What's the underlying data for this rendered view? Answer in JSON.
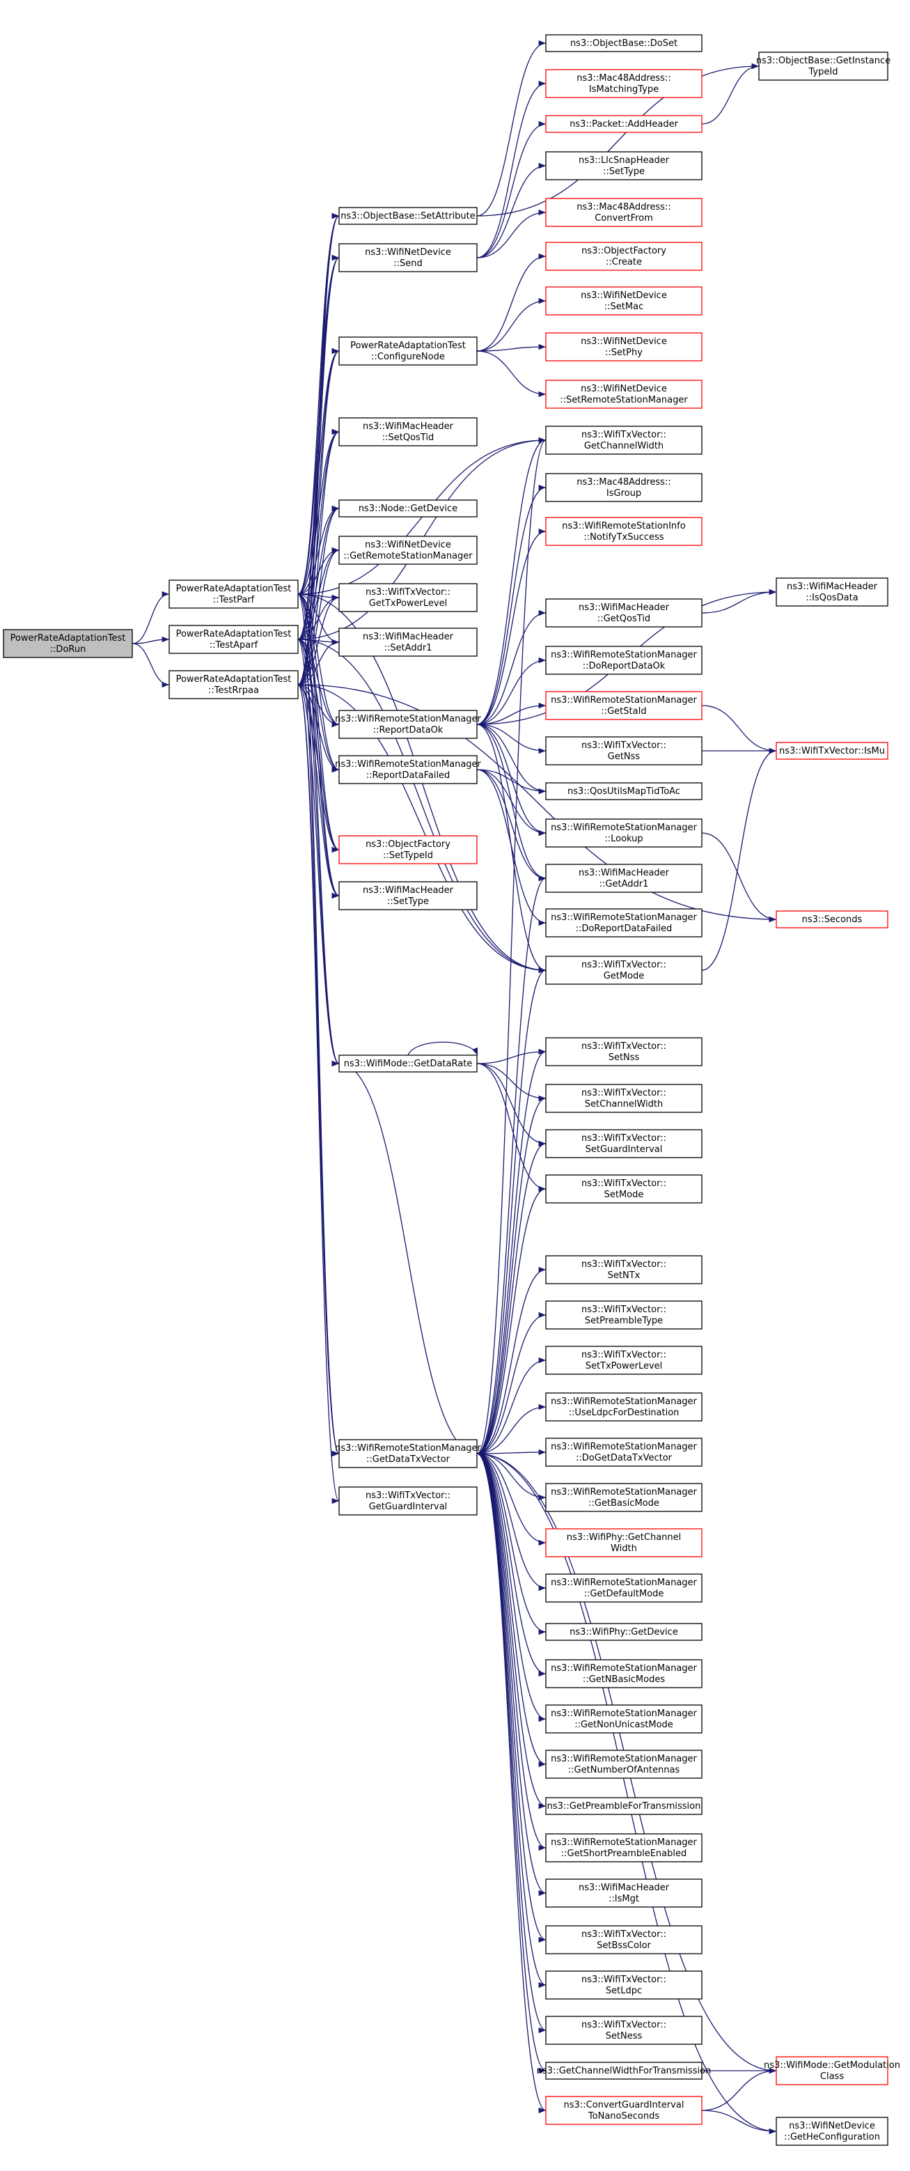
{
  "colors": {
    "edge": "#191970",
    "node_border_normal": "#000000",
    "node_border_truncated": "#ff0000",
    "root_fill": "#bfbfbf",
    "node_fill": "#ffffff"
  },
  "nodes": [
    {
      "id": "dorun",
      "lines": [
        "PowerRateAdaptationTest",
        "::DoRun"
      ],
      "style": "root"
    },
    {
      "id": "testparf",
      "lines": [
        "PowerRateAdaptationTest",
        "::TestParf"
      ],
      "style": "normal"
    },
    {
      "id": "testaparf",
      "lines": [
        "PowerRateAdaptationTest",
        "::TestAparf"
      ],
      "style": "normal"
    },
    {
      "id": "testrrpaa",
      "lines": [
        "PowerRateAdaptationTest",
        "::TestRrpaa"
      ],
      "style": "normal"
    },
    {
      "id": "setattribute",
      "lines": [
        "ns3::ObjectBase::SetAttribute"
      ],
      "style": "normal"
    },
    {
      "id": "send",
      "lines": [
        "ns3::WifiNetDevice",
        "::Send"
      ],
      "style": "normal"
    },
    {
      "id": "configurenode",
      "lines": [
        "PowerRateAdaptationTest",
        "::ConfigureNode"
      ],
      "style": "normal"
    },
    {
      "id": "setqostid",
      "lines": [
        "ns3::WifiMacHeader",
        "::SetQosTid"
      ],
      "style": "normal"
    },
    {
      "id": "getdevice_node",
      "lines": [
        "ns3::Node::GetDevice"
      ],
      "style": "normal"
    },
    {
      "id": "getrsm",
      "lines": [
        "ns3::WifiNetDevice",
        "::GetRemoteStationManager"
      ],
      "style": "normal"
    },
    {
      "id": "gettxpowerlevel",
      "lines": [
        "ns3::WifiTxVector::",
        "GetTxPowerLevel"
      ],
      "style": "normal"
    },
    {
      "id": "setaddr1",
      "lines": [
        "ns3::WifiMacHeader",
        "::SetAddr1"
      ],
      "style": "normal"
    },
    {
      "id": "reportdataok",
      "lines": [
        "ns3::WifiRemoteStationManager",
        "::ReportDataOk"
      ],
      "style": "normal"
    },
    {
      "id": "reportdatafailed",
      "lines": [
        "ns3::WifiRemoteStationManager",
        "::ReportDataFailed"
      ],
      "style": "normal"
    },
    {
      "id": "settypeid",
      "lines": [
        "ns3::ObjectFactory",
        "::SetTypeId"
      ],
      "style": "truncated"
    },
    {
      "id": "settype",
      "lines": [
        "ns3::WifiMacHeader",
        "::SetType"
      ],
      "style": "normal"
    },
    {
      "id": "getdatarate",
      "lines": [
        "ns3::WifiMode::GetDataRate"
      ],
      "style": "normal"
    },
    {
      "id": "getdatatxvector",
      "lines": [
        "ns3::WifiRemoteStationManager",
        "::GetDataTxVector"
      ],
      "style": "normal"
    },
    {
      "id": "getguardinterval",
      "lines": [
        "ns3::WifiTxVector::",
        "GetGuardInterval"
      ],
      "style": "normal"
    },
    {
      "id": "doset",
      "lines": [
        "ns3::ObjectBase::DoSet"
      ],
      "style": "normal"
    },
    {
      "id": "ismatchingtype",
      "lines": [
        "ns3::Mac48Address::",
        "IsMatchingType"
      ],
      "style": "truncated"
    },
    {
      "id": "addheader",
      "lines": [
        "ns3::Packet::AddHeader"
      ],
      "style": "truncated"
    },
    {
      "id": "llcsettype",
      "lines": [
        "ns3::LlcSnapHeader",
        "::SetType"
      ],
      "style": "normal"
    },
    {
      "id": "convertfrom",
      "lines": [
        "ns3::Mac48Address::",
        "ConvertFrom"
      ],
      "style": "truncated"
    },
    {
      "id": "ofcreate",
      "lines": [
        "ns3::ObjectFactory",
        "::Create"
      ],
      "style": "truncated"
    },
    {
      "id": "setmac",
      "lines": [
        "ns3::WifiNetDevice",
        "::SetMac"
      ],
      "style": "truncated"
    },
    {
      "id": "setphy",
      "lines": [
        "ns3::WifiNetDevice",
        "::SetPhy"
      ],
      "style": "truncated"
    },
    {
      "id": "setrsm",
      "lines": [
        "ns3::WifiNetDevice",
        "::SetRemoteStationManager"
      ],
      "style": "truncated"
    },
    {
      "id": "getchannelwidth",
      "lines": [
        "ns3::WifiTxVector::",
        "GetChannelWidth"
      ],
      "style": "normal"
    },
    {
      "id": "isgroup",
      "lines": [
        "ns3::Mac48Address::",
        "IsGroup"
      ],
      "style": "normal"
    },
    {
      "id": "notifytxsuccess",
      "lines": [
        "ns3::WifiRemoteStationInfo",
        "::NotifyTxSuccess"
      ],
      "style": "truncated"
    },
    {
      "id": "getqostid",
      "lines": [
        "ns3::WifiMacHeader",
        "::GetQosTid"
      ],
      "style": "normal"
    },
    {
      "id": "doreportdataok",
      "lines": [
        "ns3::WifiRemoteStationManager",
        "::DoReportDataOk"
      ],
      "style": "normal"
    },
    {
      "id": "getstaid",
      "lines": [
        "ns3::WifiRemoteStationManager",
        "::GetStaId"
      ],
      "style": "truncated"
    },
    {
      "id": "getnss",
      "lines": [
        "ns3::WifiTxVector::",
        "GetNss"
      ],
      "style": "normal"
    },
    {
      "id": "qosutils",
      "lines": [
        "ns3::QosUtilsMapTidToAc"
      ],
      "style": "normal"
    },
    {
      "id": "lookup",
      "lines": [
        "ns3::WifiRemoteStationManager",
        "::Lookup"
      ],
      "style": "normal"
    },
    {
      "id": "getaddr1",
      "lines": [
        "ns3::WifiMacHeader",
        "::GetAddr1"
      ],
      "style": "normal"
    },
    {
      "id": "doreportdatafailed",
      "lines": [
        "ns3::WifiRemoteStationManager",
        "::DoReportDataFailed"
      ],
      "style": "normal"
    },
    {
      "id": "getmode",
      "lines": [
        "ns3::WifiTxVector::",
        "GetMode"
      ],
      "style": "normal"
    },
    {
      "id": "setnss",
      "lines": [
        "ns3::WifiTxVector::",
        "SetNss"
      ],
      "style": "normal"
    },
    {
      "id": "setchannelwidth",
      "lines": [
        "ns3::WifiTxVector::",
        "SetChannelWidth"
      ],
      "style": "normal"
    },
    {
      "id": "setguardinterval",
      "lines": [
        "ns3::WifiTxVector::",
        "SetGuardInterval"
      ],
      "style": "normal"
    },
    {
      "id": "setmode",
      "lines": [
        "ns3::WifiTxVector::",
        "SetMode"
      ],
      "style": "normal"
    },
    {
      "id": "setntx",
      "lines": [
        "ns3::WifiTxVector::",
        "SetNTx"
      ],
      "style": "normal"
    },
    {
      "id": "setpreambletype",
      "lines": [
        "ns3::WifiTxVector::",
        "SetPreambleType"
      ],
      "style": "normal"
    },
    {
      "id": "settxpowerlevel",
      "lines": [
        "ns3::WifiTxVector::",
        "SetTxPowerLevel"
      ],
      "style": "normal"
    },
    {
      "id": "useldpc",
      "lines": [
        "ns3::WifiRemoteStationManager",
        "::UseLdpcForDestination"
      ],
      "style": "normal"
    },
    {
      "id": "dogetdatatxvector",
      "lines": [
        "ns3::WifiRemoteStationManager",
        "::DoGetDataTxVector"
      ],
      "style": "normal"
    },
    {
      "id": "getbasicmode",
      "lines": [
        "ns3::WifiRemoteStationManager",
        "::GetBasicMode"
      ],
      "style": "normal"
    },
    {
      "id": "phygetchannelwidth",
      "lines": [
        "ns3::WifiPhy::GetChannel",
        "Width"
      ],
      "style": "truncated"
    },
    {
      "id": "getdefaultmode",
      "lines": [
        "ns3::WifiRemoteStationManager",
        "::GetDefaultMode"
      ],
      "style": "normal"
    },
    {
      "id": "phygetdevice",
      "lines": [
        "ns3::WifiPhy::GetDevice"
      ],
      "style": "normal"
    },
    {
      "id": "getnbasicmodes",
      "lines": [
        "ns3::WifiRemoteStationManager",
        "::GetNBasicModes"
      ],
      "style": "normal"
    },
    {
      "id": "getnonunicastmode",
      "lines": [
        "ns3::WifiRemoteStationManager",
        "::GetNonUnicastMode"
      ],
      "style": "normal"
    },
    {
      "id": "getnumberofantennas",
      "lines": [
        "ns3::WifiRemoteStationManager",
        "::GetNumberOfAntennas"
      ],
      "style": "normal"
    },
    {
      "id": "getpreamble",
      "lines": [
        "ns3::GetPreambleForTransmission"
      ],
      "style": "normal"
    },
    {
      "id": "getshortpreamble",
      "lines": [
        "ns3::WifiRemoteStationManager",
        "::GetShortPreambleEnabled"
      ],
      "style": "normal"
    },
    {
      "id": "ismgt",
      "lines": [
        "ns3::WifiMacHeader",
        "::IsMgt"
      ],
      "style": "normal"
    },
    {
      "id": "setbsscolor",
      "lines": [
        "ns3::WifiTxVector::",
        "SetBssColor"
      ],
      "style": "normal"
    },
    {
      "id": "setldpc",
      "lines": [
        "ns3::WifiTxVector::",
        "SetLdpc"
      ],
      "style": "normal"
    },
    {
      "id": "setness",
      "lines": [
        "ns3::WifiTxVector::",
        "SetNess"
      ],
      "style": "normal"
    },
    {
      "id": "getcwft",
      "lines": [
        "ns3::GetChannelWidthForTransmission"
      ],
      "style": "normal"
    },
    {
      "id": "convertgi",
      "lines": [
        "ns3::ConvertGuardInterval",
        "ToNanoSeconds"
      ],
      "style": "truncated"
    },
    {
      "id": "getinstancetypeid",
      "lines": [
        "ns3::ObjectBase::GetInstance",
        "TypeId"
      ],
      "style": "normal"
    },
    {
      "id": "isqosdata",
      "lines": [
        "ns3::WifiMacHeader",
        "::IsQosData"
      ],
      "style": "normal"
    },
    {
      "id": "ismu",
      "lines": [
        "ns3::WifiTxVector::IsMu"
      ],
      "style": "truncated"
    },
    {
      "id": "seconds",
      "lines": [
        "ns3::Seconds"
      ],
      "style": "truncated"
    },
    {
      "id": "getmodulationclass",
      "lines": [
        "ns3::WifiMode::GetModulation",
        "Class"
      ],
      "style": "truncated"
    },
    {
      "id": "gethecfg",
      "lines": [
        "ns3::WifiNetDevice",
        "::GetHeConfiguration"
      ],
      "style": "normal"
    }
  ],
  "edges": [
    [
      "dorun",
      "testparf"
    ],
    [
      "dorun",
      "testaparf"
    ],
    [
      "dorun",
      "testrrpaa"
    ],
    [
      "testparf",
      "setattribute"
    ],
    [
      "testparf",
      "send"
    ],
    [
      "testparf",
      "configurenode"
    ],
    [
      "testparf",
      "setqostid"
    ],
    [
      "testparf",
      "getdevice_node"
    ],
    [
      "testparf",
      "getrsm"
    ],
    [
      "testparf",
      "gettxpowerlevel"
    ],
    [
      "testparf",
      "setaddr1"
    ],
    [
      "testparf",
      "reportdataok"
    ],
    [
      "testparf",
      "reportdatafailed"
    ],
    [
      "testparf",
      "settypeid"
    ],
    [
      "testparf",
      "settype"
    ],
    [
      "testparf",
      "getdatarate"
    ],
    [
      "testparf",
      "getdatatxvector"
    ],
    [
      "testparf",
      "getchannelwidth"
    ],
    [
      "testparf",
      "getmode"
    ],
    [
      "testaparf",
      "setattribute"
    ],
    [
      "testaparf",
      "send"
    ],
    [
      "testaparf",
      "configurenode"
    ],
    [
      "testaparf",
      "setqostid"
    ],
    [
      "testaparf",
      "getdevice_node"
    ],
    [
      "testaparf",
      "getrsm"
    ],
    [
      "testaparf",
      "gettxpowerlevel"
    ],
    [
      "testaparf",
      "setaddr1"
    ],
    [
      "testaparf",
      "reportdataok"
    ],
    [
      "testaparf",
      "reportdatafailed"
    ],
    [
      "testaparf",
      "settypeid"
    ],
    [
      "testaparf",
      "settype"
    ],
    [
      "testaparf",
      "getdatarate"
    ],
    [
      "testaparf",
      "getdatatxvector"
    ],
    [
      "testaparf",
      "getchannelwidth"
    ],
    [
      "testaparf",
      "getmode"
    ],
    [
      "testrrpaa",
      "setattribute"
    ],
    [
      "testrrpaa",
      "send"
    ],
    [
      "testrrpaa",
      "configurenode"
    ],
    [
      "testrrpaa",
      "setqostid"
    ],
    [
      "testrrpaa",
      "getdevice_node"
    ],
    [
      "testrrpaa",
      "getrsm"
    ],
    [
      "testrrpaa",
      "gettxpowerlevel"
    ],
    [
      "testrrpaa",
      "setaddr1"
    ],
    [
      "testrrpaa",
      "reportdataok"
    ],
    [
      "testrrpaa",
      "reportdatafailed"
    ],
    [
      "testrrpaa",
      "settypeid"
    ],
    [
      "testrrpaa",
      "settype"
    ],
    [
      "testrrpaa",
      "getdatarate"
    ],
    [
      "testrrpaa",
      "getdatatxvector"
    ],
    [
      "testrrpaa",
      "getguardinterval"
    ],
    [
      "testrrpaa",
      "getmode"
    ],
    [
      "testrrpaa",
      "seconds"
    ],
    [
      "setattribute",
      "doset"
    ],
    [
      "setattribute",
      "getinstancetypeid"
    ],
    [
      "send",
      "ismatchingtype"
    ],
    [
      "send",
      "addheader"
    ],
    [
      "send",
      "llcsettype"
    ],
    [
      "send",
      "convertfrom"
    ],
    [
      "addheader",
      "getinstancetypeid"
    ],
    [
      "configurenode",
      "ofcreate"
    ],
    [
      "configurenode",
      "setmac"
    ],
    [
      "configurenode",
      "setphy"
    ],
    [
      "configurenode",
      "setrsm"
    ],
    [
      "reportdataok",
      "getchannelwidth"
    ],
    [
      "reportdataok",
      "isgroup"
    ],
    [
      "reportdataok",
      "notifytxsuccess"
    ],
    [
      "reportdataok",
      "isqosdata"
    ],
    [
      "reportdataok",
      "getqostid"
    ],
    [
      "reportdataok",
      "doreportdataok"
    ],
    [
      "reportdataok",
      "getstaid"
    ],
    [
      "reportdataok",
      "getnss"
    ],
    [
      "reportdataok",
      "qosutils"
    ],
    [
      "reportdataok",
      "lookup"
    ],
    [
      "reportdataok",
      "getaddr1"
    ],
    [
      "reportdataok",
      "getmode"
    ],
    [
      "reportdatafailed",
      "qosutils"
    ],
    [
      "reportdatafailed",
      "lookup"
    ],
    [
      "reportdatafailed",
      "getaddr1"
    ],
    [
      "reportdatafailed",
      "doreportdatafailed"
    ],
    [
      "getqostid",
      "isqosdata"
    ],
    [
      "getstaid",
      "ismu"
    ],
    [
      "getnss",
      "ismu"
    ],
    [
      "getmode",
      "ismu"
    ],
    [
      "lookup",
      "seconds"
    ],
    [
      "getdatarate",
      "getdatarate"
    ],
    [
      "getdatarate",
      "setnss"
    ],
    [
      "getdatarate",
      "setchannelwidth"
    ],
    [
      "getdatarate",
      "setguardinterval"
    ],
    [
      "getdatarate",
      "setmode"
    ],
    [
      "getdatatxvector",
      "getchannelwidth"
    ],
    [
      "getdatatxvector",
      "getaddr1"
    ],
    [
      "getdatatxvector",
      "getmode"
    ],
    [
      "getdatatxvector",
      "getdatarate"
    ],
    [
      "getdatatxvector",
      "setnss"
    ],
    [
      "getdatatxvector",
      "setchannelwidth"
    ],
    [
      "getdatatxvector",
      "setguardinterval"
    ],
    [
      "getdatatxvector",
      "setmode"
    ],
    [
      "getdatatxvector",
      "setntx"
    ],
    [
      "getdatatxvector",
      "setpreambletype"
    ],
    [
      "getdatatxvector",
      "settxpowerlevel"
    ],
    [
      "getdatatxvector",
      "useldpc"
    ],
    [
      "getdatatxvector",
      "dogetdatatxvector"
    ],
    [
      "getdatatxvector",
      "getbasicmode"
    ],
    [
      "getdatatxvector",
      "phygetchannelwidth"
    ],
    [
      "getdatatxvector",
      "getdefaultmode"
    ],
    [
      "getdatatxvector",
      "phygetdevice"
    ],
    [
      "getdatatxvector",
      "getnbasicmodes"
    ],
    [
      "getdatatxvector",
      "getnonunicastmode"
    ],
    [
      "getdatatxvector",
      "getnumberofantennas"
    ],
    [
      "getdatatxvector",
      "getpreamble"
    ],
    [
      "getdatatxvector",
      "getshortpreamble"
    ],
    [
      "getdatatxvector",
      "ismgt"
    ],
    [
      "getdatatxvector",
      "setbsscolor"
    ],
    [
      "getdatatxvector",
      "setldpc"
    ],
    [
      "getdatatxvector",
      "setness"
    ],
    [
      "getdatatxvector",
      "getcwft"
    ],
    [
      "getdatatxvector",
      "convertgi"
    ],
    [
      "getdatatxvector",
      "getmodulationclass"
    ],
    [
      "getdatatxvector",
      "gethecfg"
    ],
    [
      "getcwft",
      "getmodulationclass"
    ],
    [
      "convertgi",
      "getmodulationclass"
    ],
    [
      "convertgi",
      "gethecfg"
    ]
  ]
}
